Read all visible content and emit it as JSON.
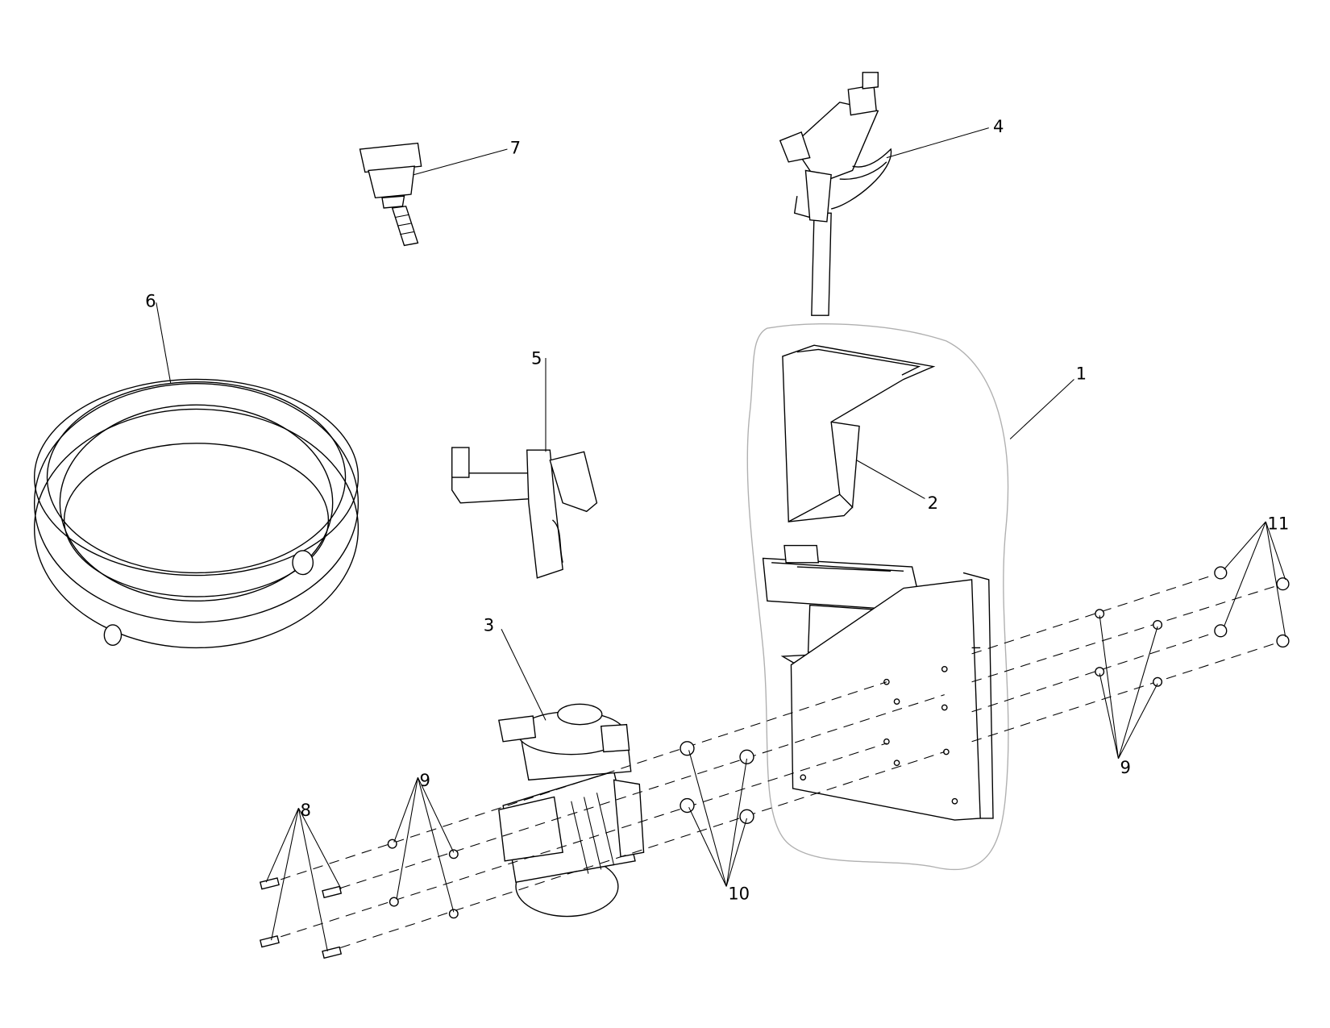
{
  "diagram": {
    "type": "exploded parts diagram",
    "callouts": {
      "c1": "1",
      "c2": "2",
      "c3": "3",
      "c4": "4",
      "c5": "5",
      "c6": "6",
      "c7": "7",
      "c8": "8",
      "c9a": "9",
      "c9b": "9",
      "c10": "10",
      "c11": "11"
    },
    "colors": {
      "line": "#000000",
      "assembly_outline": "#b0b0b0",
      "background": "#ffffff"
    }
  }
}
